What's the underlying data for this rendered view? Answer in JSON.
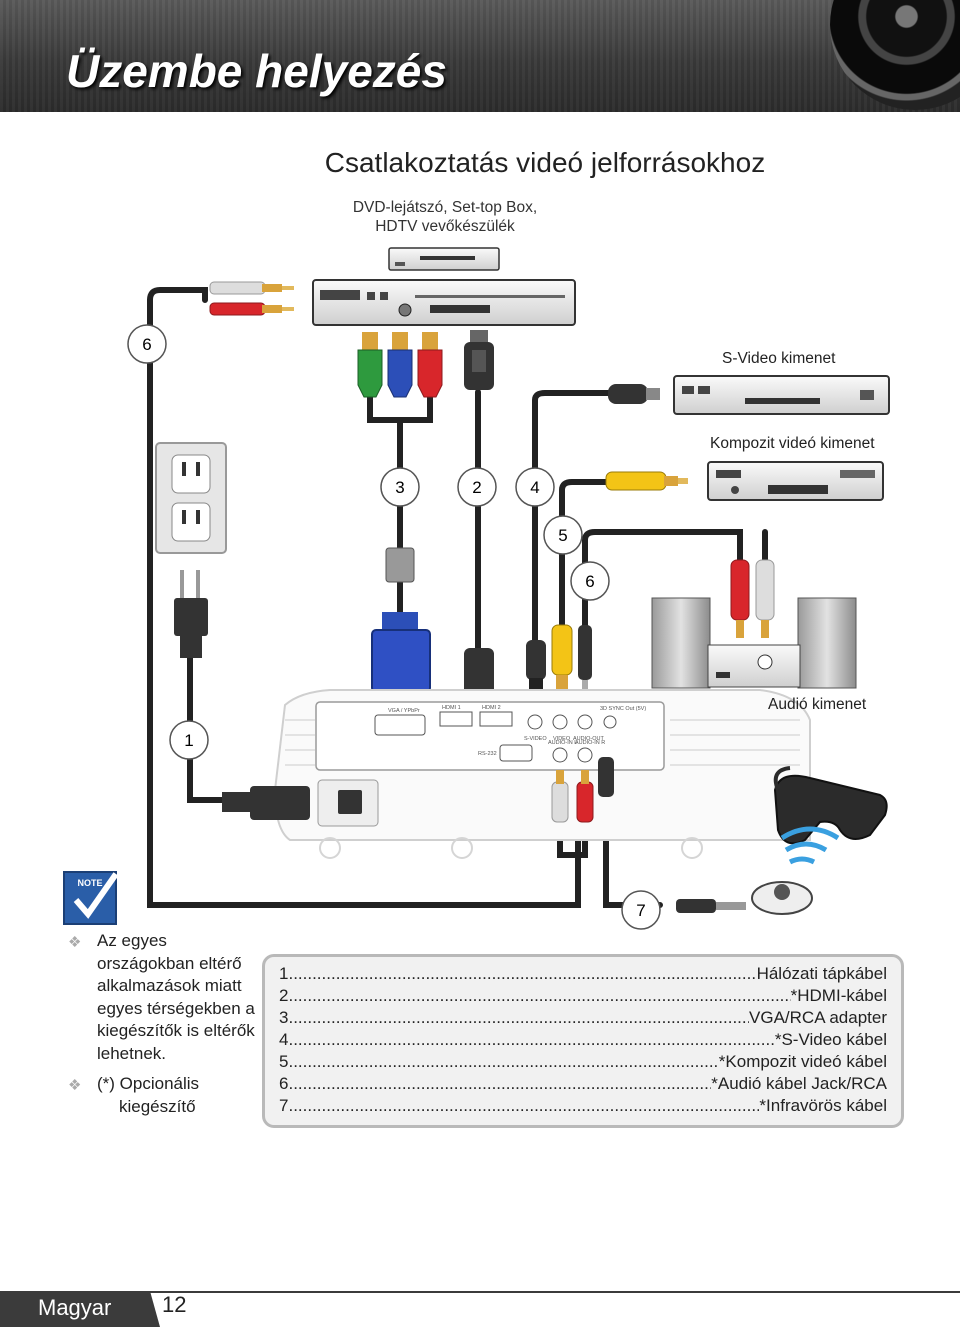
{
  "page": {
    "title": "Üzembe helyezés",
    "section_title": "Csatlakoztatás videó jelforrásokhoz"
  },
  "diagram": {
    "source_label_line1": "DVD-lejátszó, Set-top Box,",
    "source_label_line2": "HDTV vevőkészülék",
    "svideo_out": "S-Video kimenet",
    "composite_out": "Kompozit videó kimenet",
    "audio_out": "Audió kimenet",
    "badges": [
      "6",
      "3",
      "2",
      "4",
      "5",
      "6",
      "1",
      "7"
    ],
    "port_labels": {
      "vga": "VGA / YPbPr",
      "hdmi1": "HDMI 1",
      "hdmi2": "HDMI 2",
      "svideo": "S-VIDEO",
      "video": "VIDEO",
      "audio_out": "AUDIO-OUT",
      "sync": "3D SYNC Out (5V)",
      "rs232": "RS-232",
      "audio_in_l": "AUDIO-IN L",
      "audio_in_r": "AUDIO-IN R"
    },
    "note_badge": "NOTE"
  },
  "notes": {
    "item1": "Az egyes országokban eltérő alkalmazások miatt egyes térségekben a kiegészítők is eltérők lehetnek.",
    "item2_a": "(*) Opcionális",
    "item2_b": "kiegészítő"
  },
  "legend": [
    {
      "num": "1",
      "text": "Hálózati tápkábel"
    },
    {
      "num": "2",
      "text": "*HDMI-kábel"
    },
    {
      "num": "3",
      "text": "VGA/RCA adapter"
    },
    {
      "num": "4",
      "text": "*S-Video kábel"
    },
    {
      "num": "5",
      "text": "*Kompozit videó kábel"
    },
    {
      "num": "6",
      "text": "*Audió kábel Jack/RCA"
    },
    {
      "num": "7",
      "text": "*Infravörös kábel"
    }
  ],
  "footer": {
    "language": "Magyar",
    "page_number": "12"
  },
  "colors": {
    "header_bg": "#3a3a3a",
    "legend_bg": "#f1f1f1",
    "note_blue": "#2a5ea8",
    "rca_red": "#d8262b",
    "rca_yellow": "#f3c416",
    "rca_green": "#2e9a3e",
    "rca_blue": "#2c4fb8"
  }
}
